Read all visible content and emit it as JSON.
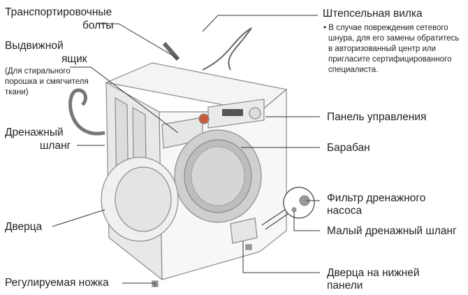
{
  "labels": {
    "transport_bolts": [
      "Транспортировочные",
      "болты"
    ],
    "power_plug": "Штепсельная вилка",
    "power_plug_note": [
      "• В случае повреждения сетевого",
      "шнура, для его замены обратитесь",
      "в авторизованный центр или",
      "пригласите сертифицированного",
      "специалиста."
    ],
    "drawer": [
      "Выдвижной",
      "ящик"
    ],
    "drawer_note": [
      "(Для стирального",
      "порошка и смягчителя",
      "ткани)"
    ],
    "drain_hose": [
      "Дренажный",
      "шланг"
    ],
    "control_panel": "Панель управления",
    "drum": "Барабан",
    "pump_filter": [
      "Фильтр дренажного",
      "насоса"
    ],
    "small_drain_hose": "Малый дренажный шланг",
    "door": "Дверца",
    "adjustable_foot": "Регулируемая ножка",
    "lower_panel_door": [
      "Дверца на нижней",
      "панели"
    ]
  }
}
